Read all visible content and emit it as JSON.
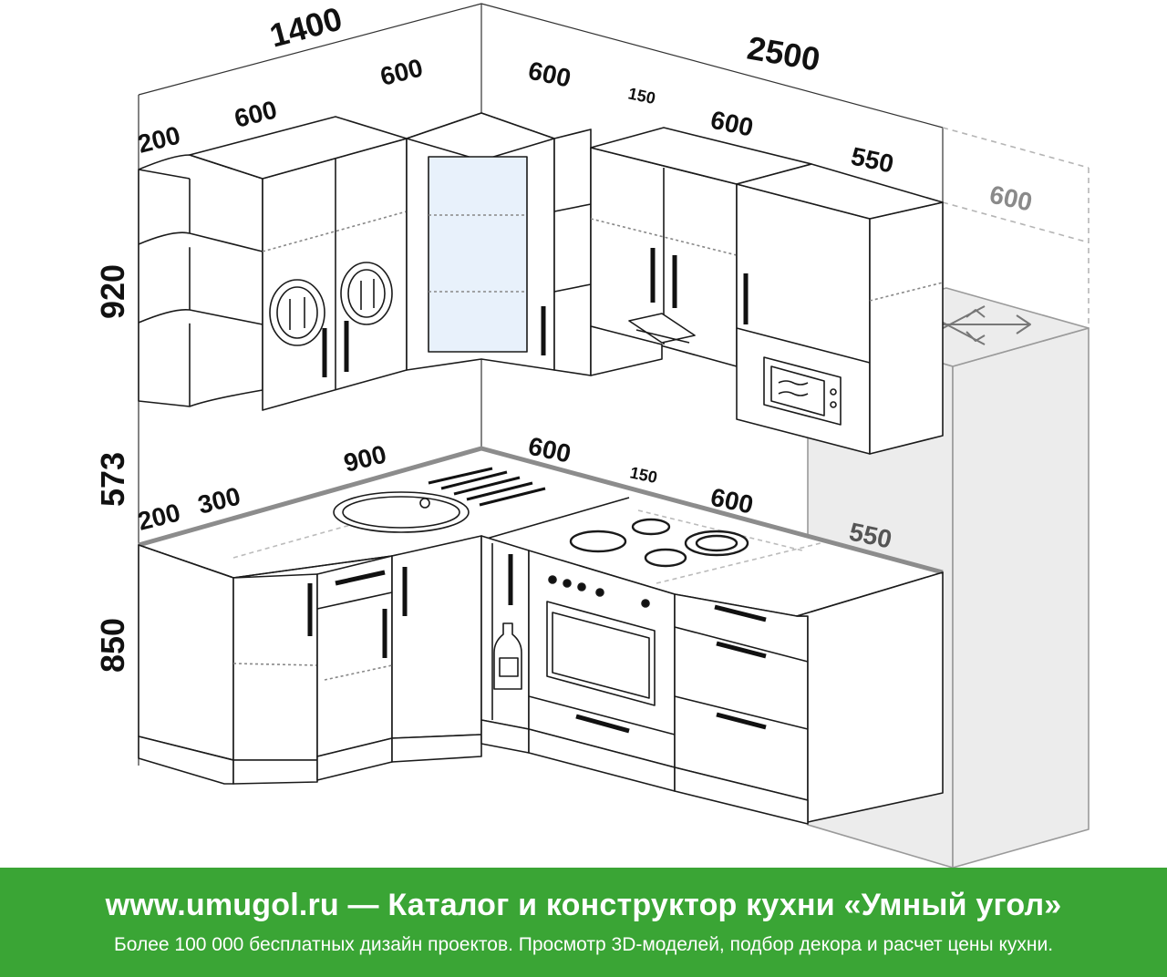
{
  "dimensions": {
    "top_1400": "1400",
    "top_2500": "2500",
    "upper_200": "200",
    "upper_600_a": "600",
    "upper_600_b": "600",
    "upper_600_c": "600",
    "upper_150": "150",
    "upper_600_d": "600",
    "upper_550": "550",
    "fridge_600": "600",
    "height_920": "920",
    "height_573": "573",
    "height_850": "850",
    "counter_200": "200",
    "counter_300": "300",
    "counter_900": "900",
    "counter_600_a": "600",
    "counter_150": "150",
    "counter_600_b": "600",
    "counter_550": "550"
  },
  "footer": {
    "headline": "www.umugol.ru — Каталог и конструктор кухни «Умный угол»",
    "subline": "Более 100 000 бесплатных дизайн проектов. Просмотр 3D-моделей, подбор декора и расчет цены кухни."
  },
  "colors": {
    "footer_bg": "#3aa535",
    "line": "#1a1a1a",
    "ghost_line": "#b5b5b5",
    "countertop_edge": "#8c8c8c",
    "fridge_fill": "#ececec"
  }
}
